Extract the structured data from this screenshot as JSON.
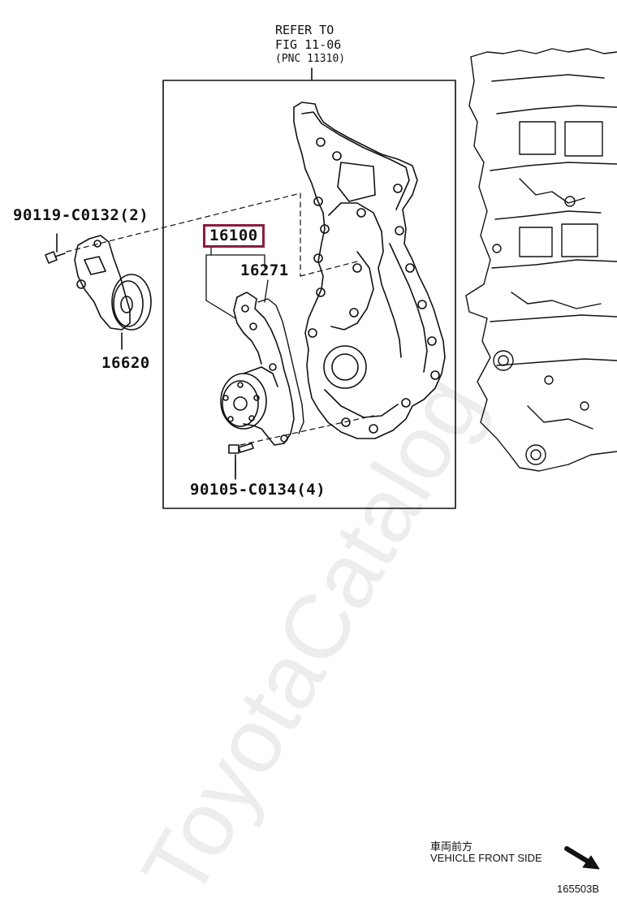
{
  "refer": {
    "line1": "REFER TO",
    "line2": "FIG 11-06",
    "line3": "(PNC 11310)"
  },
  "callouts": {
    "bolt_top": "90119-C0132(2)",
    "tensioner": "16620",
    "pump_assy": "16100",
    "gasket": "16271",
    "bolt_bottom": "90105-C0134(4)"
  },
  "front": {
    "japanese": "車両前方",
    "english": "VEHICLE FRONT SIDE"
  },
  "figure_code": "165503B",
  "watermark": "ToyotaCatalog",
  "colors": {
    "highlight": "#8b1c3a",
    "line": "#111111"
  }
}
